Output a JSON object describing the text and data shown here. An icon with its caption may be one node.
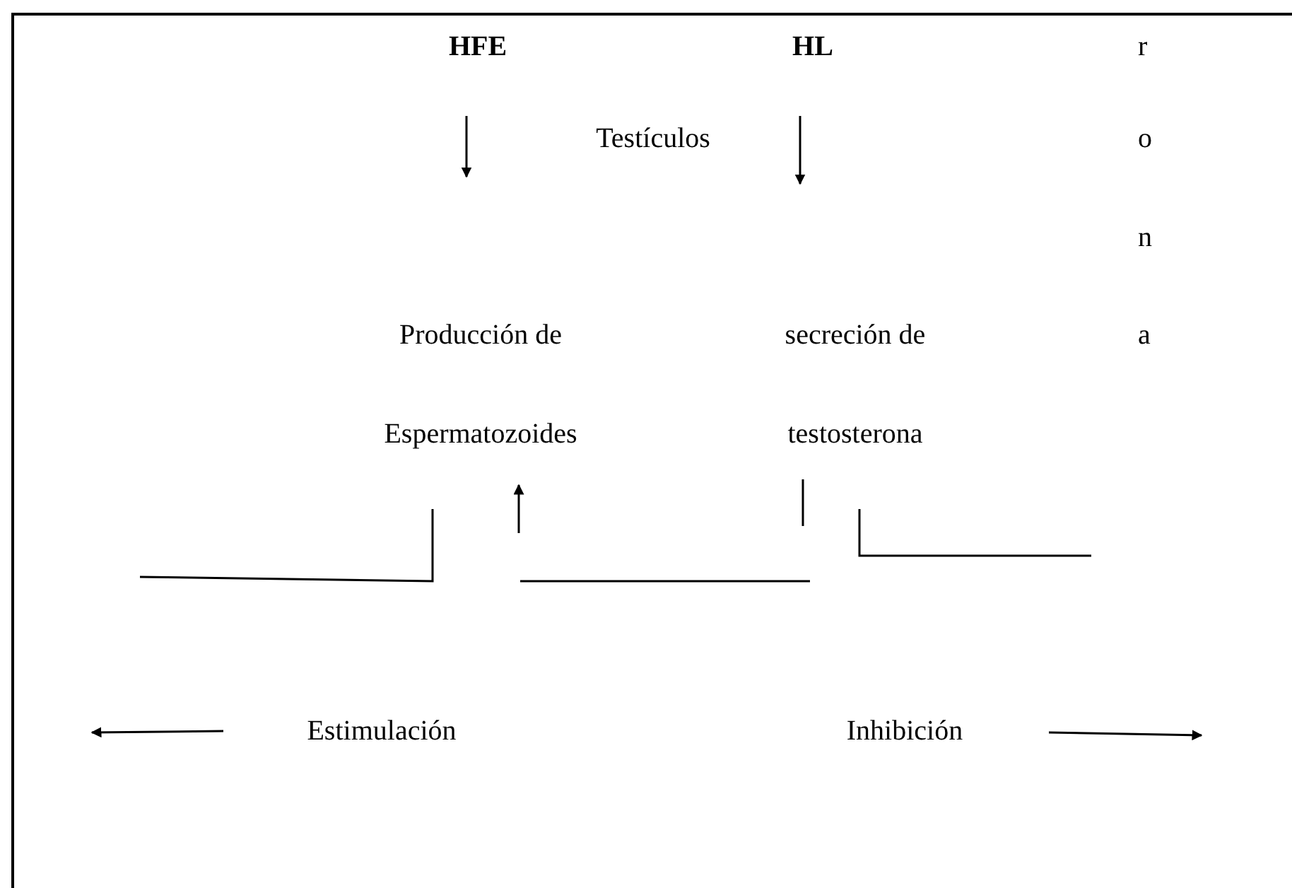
{
  "diagram": {
    "nodes": [
      {
        "text": [
          "HFE"
        ]
      },
      {
        "text": [
          "HL"
        ]
      },
      {
        "text": [
          "Testículos"
        ]
      },
      {
        "text": [
          "Producción de Espermatozoides"
        ]
      },
      {
        "text": [
          "secreción de testosterona"
        ]
      },
      {
        "text": [
          "Estimulación"
        ]
      },
      {
        "text": [
          "Inhibición"
        ]
      }
    ],
    "labels": [
      "r",
      "o",
      "n",
      "a"
    ]
  }
}
